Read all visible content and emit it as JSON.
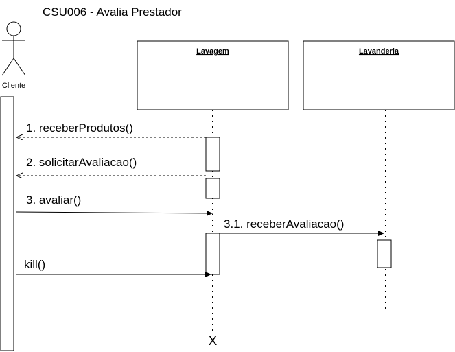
{
  "diagram": {
    "title": "CSU006 - Avalia Prestador",
    "actor": {
      "label": "Cliente"
    },
    "lifelines": [
      {
        "label": "Lavagem"
      },
      {
        "label": "Lavanderia"
      }
    ],
    "messages": [
      {
        "label": "1. receberProdutos()",
        "style": "return"
      },
      {
        "label": "2. solicitarAvaliacao()",
        "style": "return"
      },
      {
        "label": "3. avaliar()",
        "style": "sync"
      },
      {
        "label": "3.1. receberAvaliacao()",
        "style": "sync"
      },
      {
        "label": "kill()",
        "style": "sync"
      }
    ],
    "terminator": "X",
    "colors": {
      "stroke": "#000000",
      "background": "#ffffff"
    }
  }
}
